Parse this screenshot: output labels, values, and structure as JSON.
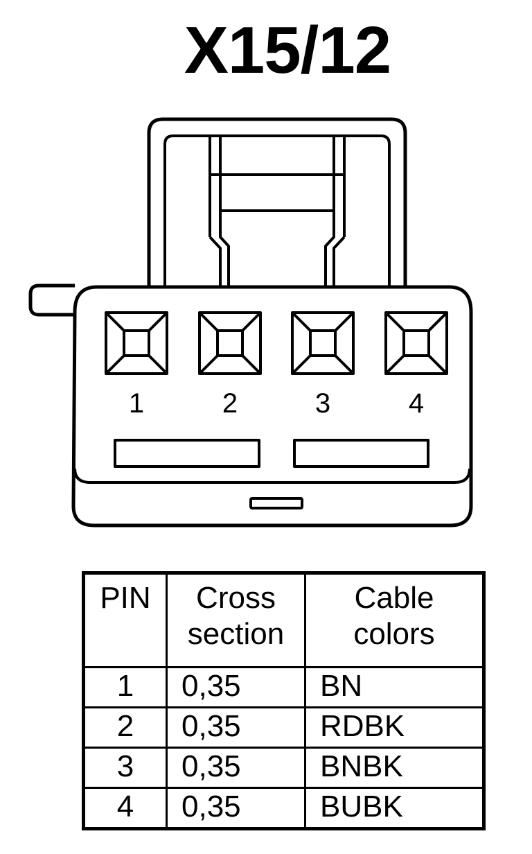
{
  "title": "X15/12",
  "pins": [
    "1",
    "2",
    "3",
    "4"
  ],
  "table": {
    "headers": {
      "pin": "PIN",
      "cross_section": "Cross\nsection",
      "cable_colors": "Cable\ncolors"
    },
    "rows": [
      {
        "pin": "1",
        "cross_section": "0,35",
        "color": "BN"
      },
      {
        "pin": "2",
        "cross_section": "0,35",
        "color": "RDBK"
      },
      {
        "pin": "3",
        "cross_section": "0,35",
        "color": "BNBK"
      },
      {
        "pin": "4",
        "cross_section": "0,35",
        "color": "BUBK"
      }
    ]
  }
}
